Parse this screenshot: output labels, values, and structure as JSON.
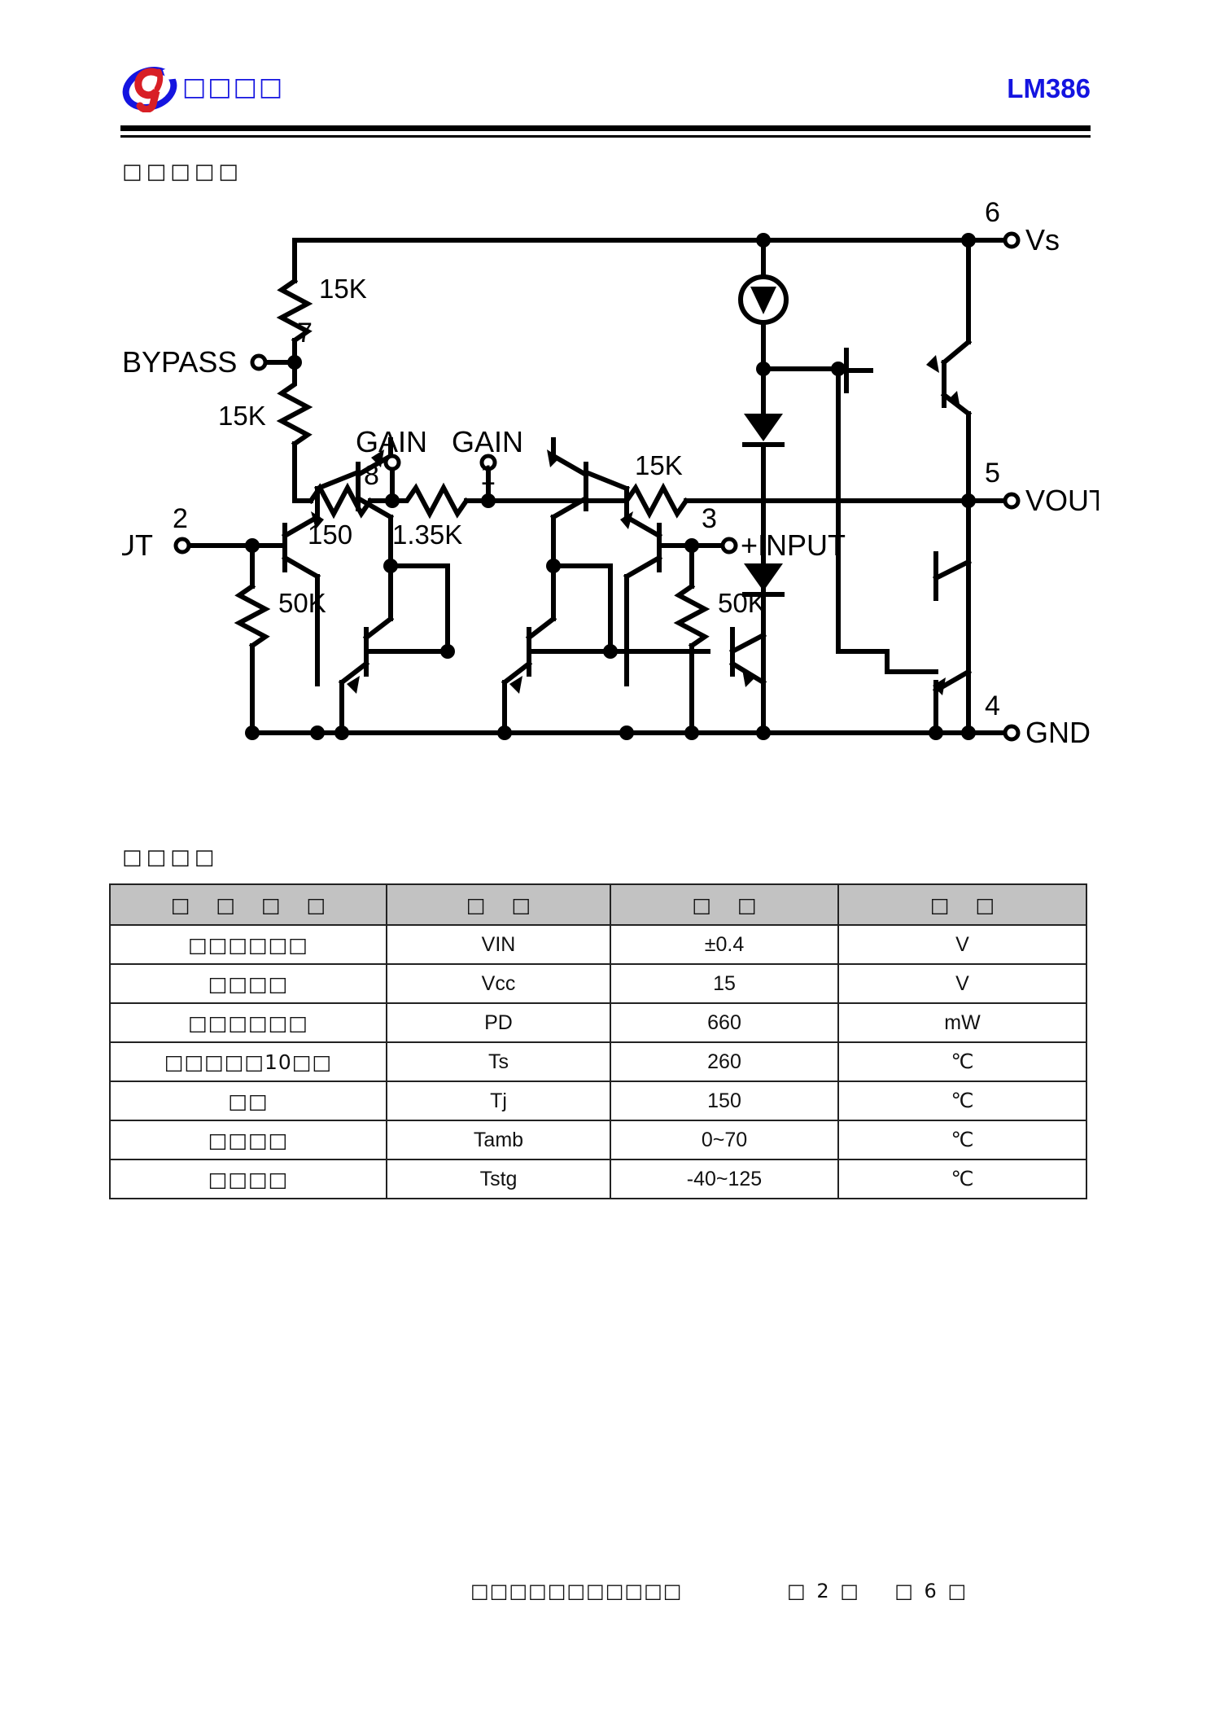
{
  "header": {
    "company_name": "□□□□",
    "part_number": "LM386",
    "logo_letter": "G"
  },
  "sections": {
    "schematic_title": "□□□□□",
    "ratings_title": "□□□□"
  },
  "schematic": {
    "pins": [
      {
        "number": "7",
        "label": "BYPASS"
      },
      {
        "number": "8",
        "label": "GAIN"
      },
      {
        "number": "1",
        "label": "GAIN"
      },
      {
        "number": "6",
        "label": "Vs"
      },
      {
        "number": "5",
        "label": "VOUT"
      },
      {
        "number": "2",
        "label": "-INPUT"
      },
      {
        "number": "3",
        "label": "+INPUT"
      },
      {
        "number": "4",
        "label": "GND"
      }
    ],
    "components": [
      {
        "name": "r-15k-top",
        "value": "15K"
      },
      {
        "name": "r-15k-bypass",
        "value": "15K"
      },
      {
        "name": "r-150",
        "value": "150"
      },
      {
        "name": "r-1p35k",
        "value": "1.35K"
      },
      {
        "name": "r-15k-feedback",
        "value": "15K"
      },
      {
        "name": "r-50k-left",
        "value": "50K"
      },
      {
        "name": "r-50k-right",
        "value": "50K"
      }
    ]
  },
  "ratings_table": {
    "columns": [
      "□ □ □ □",
      "□ □",
      "□ □",
      "□ □"
    ],
    "rows": [
      {
        "name": "□□□□□□",
        "symbol": "VIN",
        "value": "±0.4",
        "unit": "V"
      },
      {
        "name": "□□□□",
        "symbol": "Vcc",
        "value": "15",
        "unit": "V"
      },
      {
        "name": "□□□□□□",
        "symbol": "PD",
        "value": "660",
        "unit": "mW"
      },
      {
        "name": "□□□□□10□□",
        "symbol": "Ts",
        "value": "260",
        "unit": "℃"
      },
      {
        "name": "□□",
        "symbol": "Tj",
        "value": "150",
        "unit": "℃"
      },
      {
        "name": "□□□□",
        "symbol": "Tamb",
        "value": "0~70",
        "unit": "℃"
      },
      {
        "name": "□□□□",
        "symbol": "Tstg",
        "value": "-40~125",
        "unit": "℃"
      }
    ]
  },
  "footer": {
    "company": "□□□□□□□□□□□",
    "page_prefix": "□",
    "page_number": "2",
    "page_suffix": "□",
    "total_prefix": "□",
    "total_number": "6",
    "total_suffix": "□"
  },
  "colors": {
    "brand_blue": "#1414e0",
    "logo_red": "#d81f26",
    "table_header_bg": "#c2c2c2",
    "rule": "#000000"
  }
}
